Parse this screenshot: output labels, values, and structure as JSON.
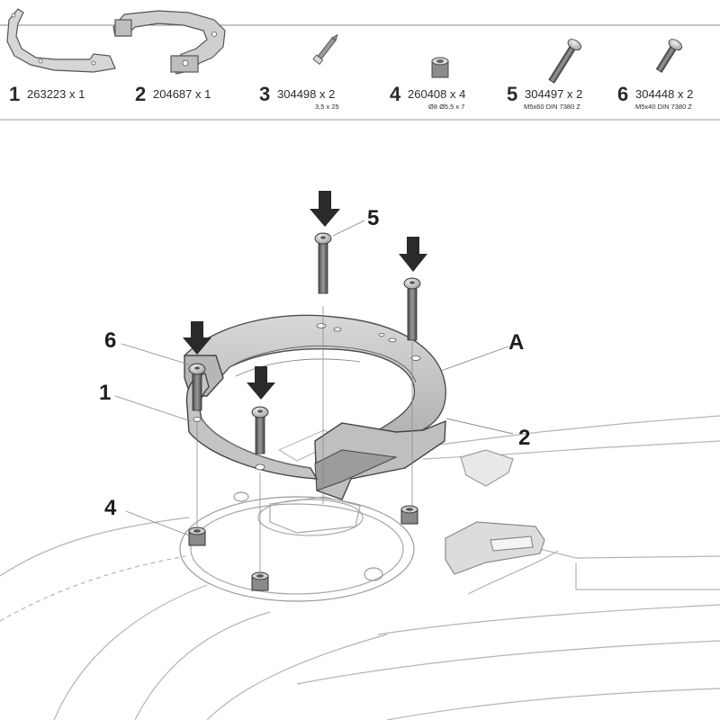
{
  "parts": [
    {
      "num": "1",
      "code": "263223 x 1",
      "spec": ""
    },
    {
      "num": "2",
      "code": "204687 x 1",
      "spec": ""
    },
    {
      "num": "3",
      "code": "304498 x 2",
      "spec": "3,5 x 25"
    },
    {
      "num": "4",
      "code": "260408 x 4",
      "spec": "Ø8 Ø5,5 x 7"
    },
    {
      "num": "5",
      "code": "304497 x 2",
      "spec": "M5x60 DIN 7380 Z"
    },
    {
      "num": "6",
      "code": "304448 x 2",
      "spec": "M5x40 DIN 7380 Z"
    }
  ],
  "callouts": {
    "c5": "5",
    "cA": "A",
    "c6": "6",
    "c1": "1",
    "c2": "2",
    "c4": "4"
  },
  "colors": {
    "ink": "#2b2b2b",
    "part_fill": "#c8c8c8",
    "part_dark": "#8f8f8f",
    "bolt_dark": "#5a5a5a",
    "arrow": "#2a2a2a",
    "outline_light": "#b4b4b4"
  }
}
